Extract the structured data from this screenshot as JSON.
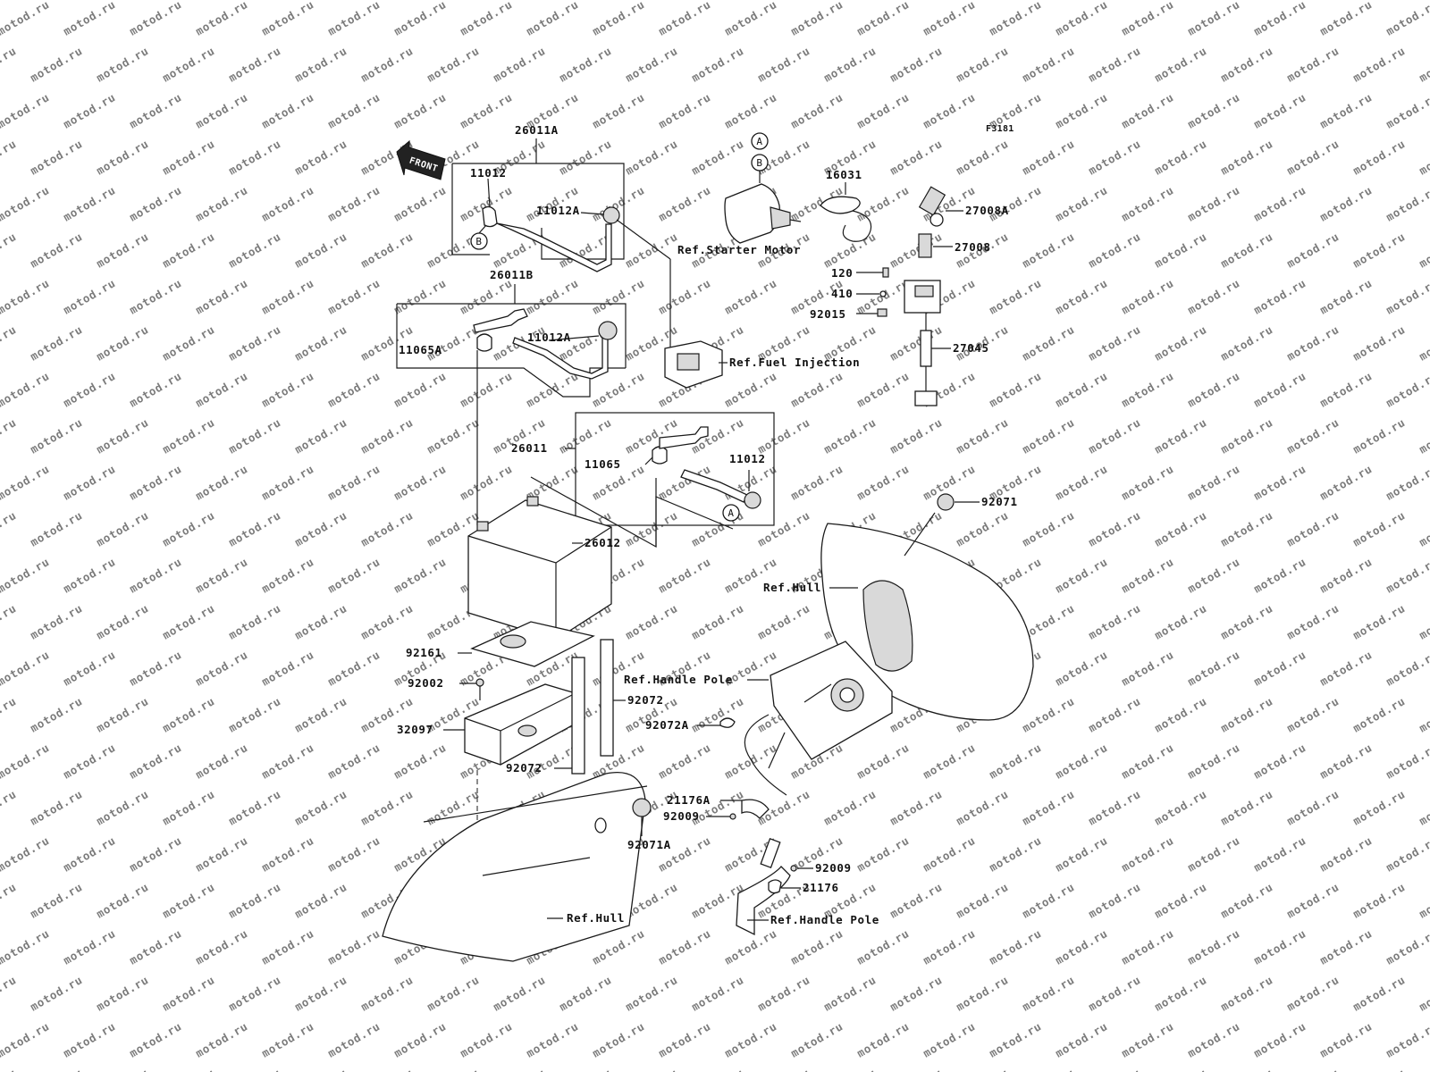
{
  "diagram_code": "F3181",
  "front_label": "FRONT",
  "watermark": "motod.ru",
  "circle_markers": {
    "a": "A",
    "b": "B"
  },
  "parts": {
    "p26011A": "26011A",
    "p11012_top": "11012",
    "p11012A_top": "11012A",
    "p26011B": "26011B",
    "p11012A_mid": "11012A",
    "p11065A": "11065A",
    "p26011": "26011",
    "p11065": "11065",
    "p11012_mid": "11012",
    "p26012": "26012",
    "p92161": "92161",
    "p92002": "92002",
    "p32097": "32097",
    "p92072_right": "92072",
    "p92072_left": "92072",
    "p92071A": "92071A",
    "p16031": "16031",
    "p27008A": "27008A",
    "p27008": "27008",
    "p120": "120",
    "p410": "410",
    "p92015": "92015",
    "p27045": "27045",
    "p92071": "92071",
    "p92072A": "92072A",
    "p21176A": "21176A",
    "p92009_a": "92009",
    "p92009_b": "92009",
    "p21176": "21176"
  },
  "refs": {
    "starter_motor": "Ref.Starter Motor",
    "fuel_injection": "Ref.Fuel Injection",
    "hull_right": "Ref.Hull",
    "handle_pole_top": "Ref.Handle Pole",
    "hull_bottom": "Ref.Hull",
    "handle_pole_bottom": "Ref.Handle Pole"
  }
}
